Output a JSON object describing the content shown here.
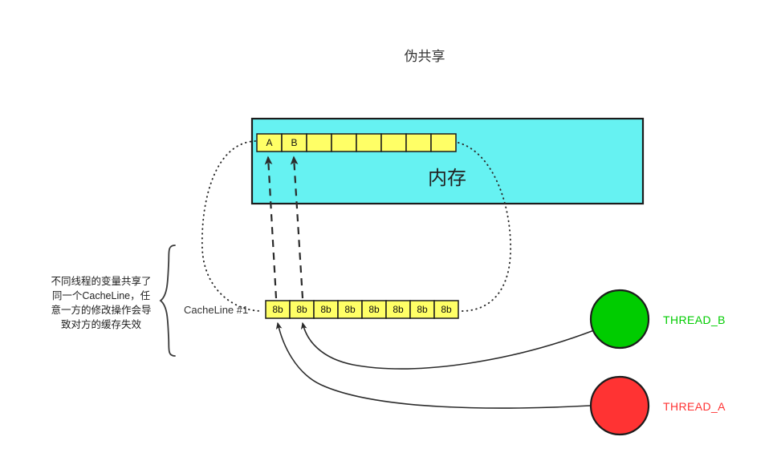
{
  "title": "伪共享",
  "memory": {
    "label": "内存",
    "fill": "#66F2F2",
    "cells": [
      {
        "label": "A"
      },
      {
        "label": "B"
      },
      {
        "label": ""
      },
      {
        "label": ""
      },
      {
        "label": ""
      },
      {
        "label": ""
      },
      {
        "label": ""
      },
      {
        "label": ""
      }
    ],
    "cell_fill": "#FFFF66"
  },
  "cacheline": {
    "label": "CacheLine #1",
    "cell_fill": "#FFFF66",
    "cells": [
      {
        "label": "8b"
      },
      {
        "label": "8b"
      },
      {
        "label": "8b"
      },
      {
        "label": "8b"
      },
      {
        "label": "8b"
      },
      {
        "label": "8b"
      },
      {
        "label": "8b"
      },
      {
        "label": "8b"
      }
    ]
  },
  "note": {
    "lines": [
      "不同线程的变量共享了",
      "同一个CacheLine，任",
      "意一方的修改操作会导",
      "致对方的缓存失效"
    ]
  },
  "threads": [
    {
      "name": "THREAD_B",
      "color": "#00CC00",
      "text_color": "#00CC00"
    },
    {
      "name": "THREAD_A",
      "color": "#FF3333",
      "text_color": "#FF3333"
    }
  ]
}
